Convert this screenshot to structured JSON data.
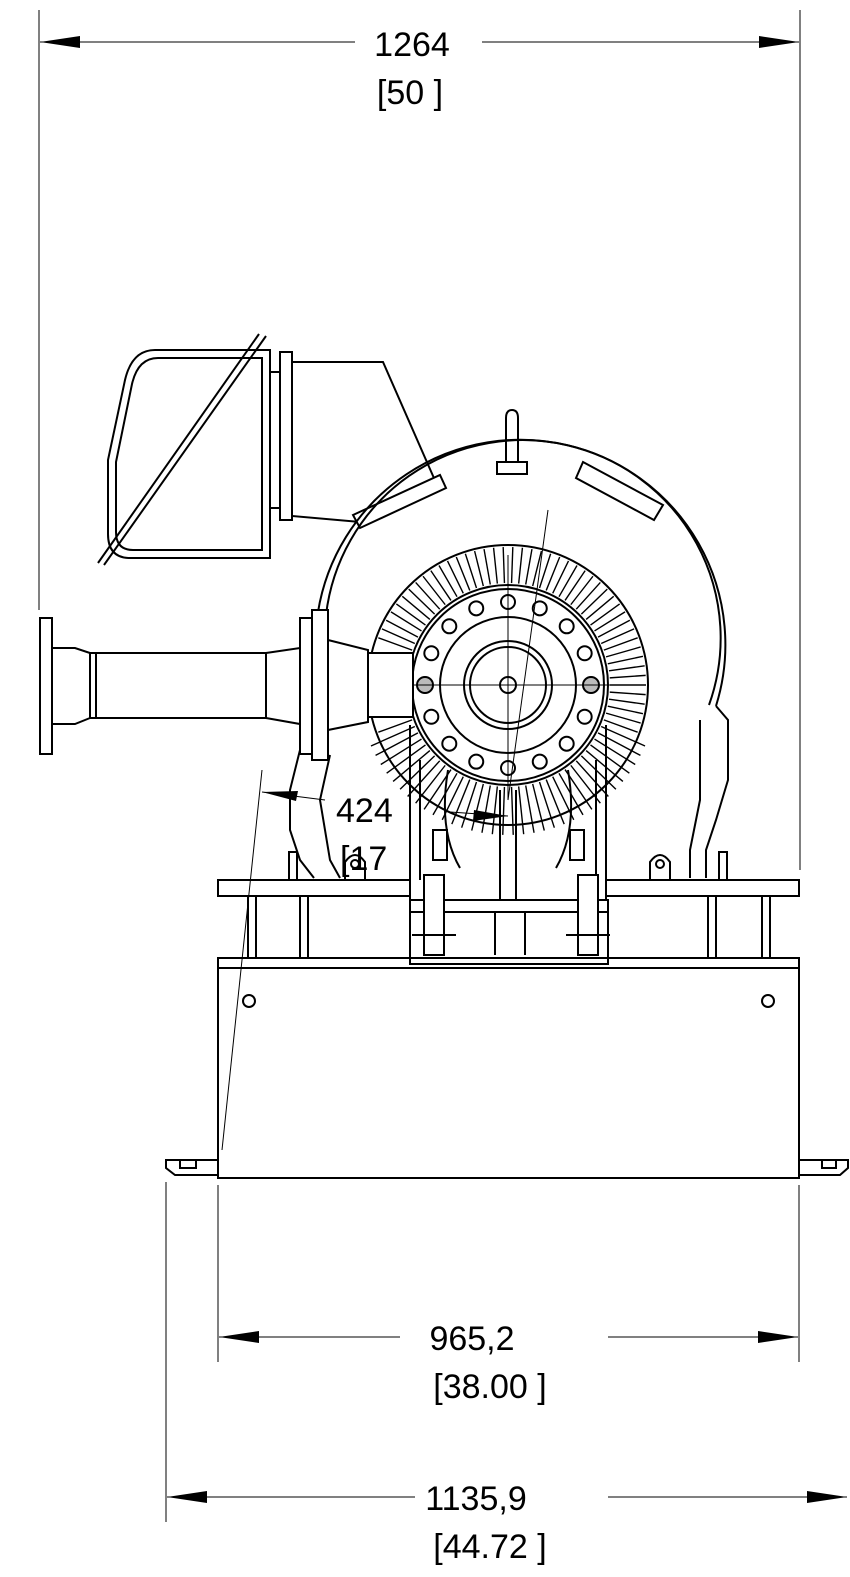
{
  "dimensions": {
    "overall_width": {
      "value": "1264",
      "inch": "[50 ]"
    },
    "base_width": {
      "value": "965,2",
      "inch": "[38.00 ]"
    },
    "mount_width": {
      "value": "1135,9",
      "inch": "[44.72 ]"
    },
    "center_offset": {
      "value": "424",
      "inch": "[17"
    }
  }
}
